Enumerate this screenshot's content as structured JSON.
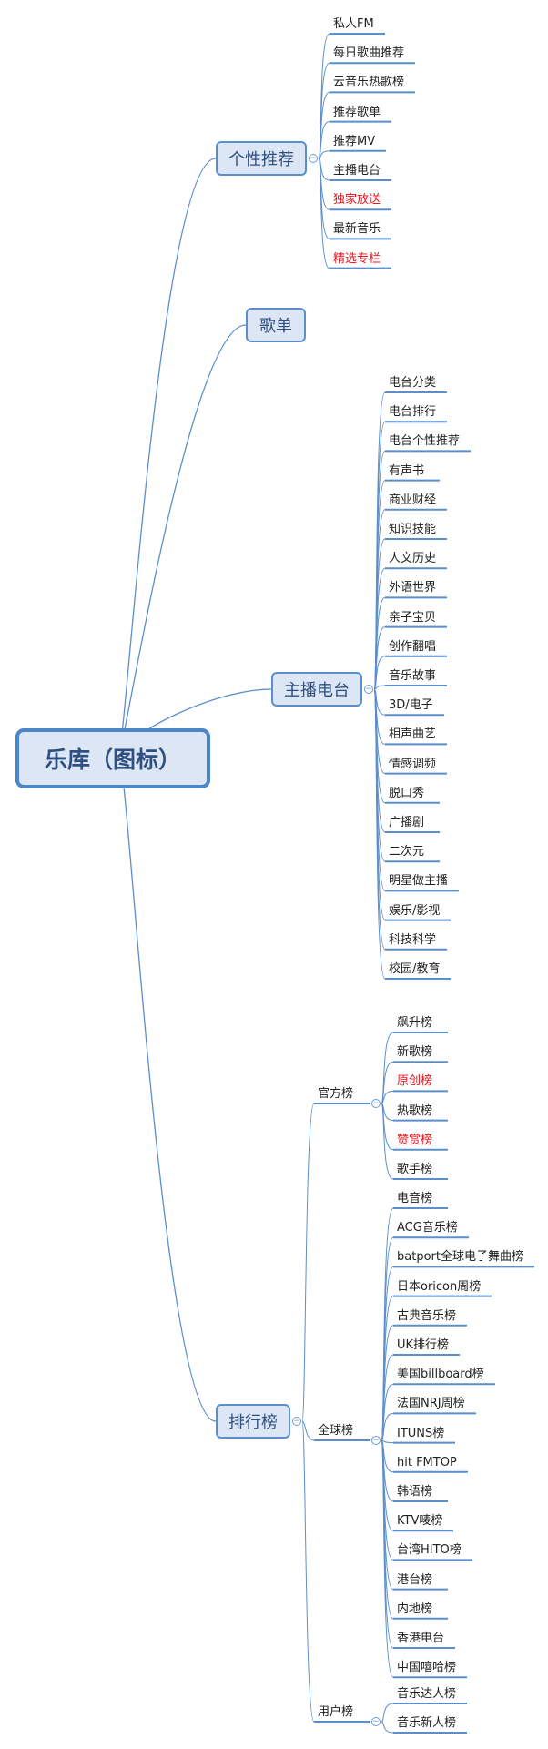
{
  "root": {
    "label": "乐库（图标）"
  },
  "branches": [
    {
      "label": "个性推荐",
      "items": [
        {
          "label": "私人FM"
        },
        {
          "label": "每日歌曲推荐"
        },
        {
          "label": "云音乐热歌榜"
        },
        {
          "label": "推荐歌单"
        },
        {
          "label": "推荐MV"
        },
        {
          "label": "主播电台"
        },
        {
          "label": "独家放送",
          "color": "#e8141e"
        },
        {
          "label": "最新音乐"
        },
        {
          "label": "精选专栏",
          "color": "#e8141e"
        }
      ]
    },
    {
      "label": "歌单",
      "items": []
    },
    {
      "label": "主播电台",
      "items": [
        {
          "label": "电台分类"
        },
        {
          "label": "电台排行"
        },
        {
          "label": "电台个性推荐"
        },
        {
          "label": "有声书"
        },
        {
          "label": "商业财经"
        },
        {
          "label": "知识技能"
        },
        {
          "label": "人文历史"
        },
        {
          "label": "外语世界"
        },
        {
          "label": "亲子宝贝"
        },
        {
          "label": "创作翻唱"
        },
        {
          "label": "音乐故事"
        },
        {
          "label": "3D/电子"
        },
        {
          "label": "相声曲艺"
        },
        {
          "label": "情感调频"
        },
        {
          "label": "脱口秀"
        },
        {
          "label": "广播剧"
        },
        {
          "label": "二次元"
        },
        {
          "label": "明星做主播"
        },
        {
          "label": "娱乐/影视"
        },
        {
          "label": "科技科学"
        },
        {
          "label": "校园/教育"
        }
      ]
    },
    {
      "label": "排行榜",
      "subgroups": [
        {
          "label": "官方榜",
          "items": [
            {
              "label": "飙升榜"
            },
            {
              "label": "新歌榜"
            },
            {
              "label": "原创榜",
              "color": "#e8141e"
            },
            {
              "label": "热歌榜"
            },
            {
              "label": "赞赏榜",
              "color": "#e8141e"
            },
            {
              "label": "歌手榜"
            }
          ]
        },
        {
          "label": "全球榜",
          "items": [
            {
              "label": "电音榜"
            },
            {
              "label": "ACG音乐榜"
            },
            {
              "label": "batport全球电子舞曲榜"
            },
            {
              "label": "日本oricon周榜"
            },
            {
              "label": "古典音乐榜"
            },
            {
              "label": "UK排行榜"
            },
            {
              "label": "美国billboard榜"
            },
            {
              "label": "法国NRJ周榜"
            },
            {
              "label": "ITUNS榜"
            },
            {
              "label": "hit FMTOP"
            },
            {
              "label": "韩语榜"
            },
            {
              "label": "KTV唛榜"
            },
            {
              "label": "台湾HITO榜"
            },
            {
              "label": "港台榜"
            },
            {
              "label": "内地榜"
            },
            {
              "label": "香港电台"
            },
            {
              "label": "中国嘻哈榜"
            }
          ]
        },
        {
          "label": "用户榜",
          "items": [
            {
              "label": "音乐达人榜"
            },
            {
              "label": "音乐新人榜"
            }
          ]
        }
      ]
    }
  ],
  "colors": {
    "line": "#5b8fcc",
    "node_fill": "#dce6f4",
    "highlight": "#e8141e",
    "text": "#222222"
  },
  "toggle_symbol": "⊖"
}
